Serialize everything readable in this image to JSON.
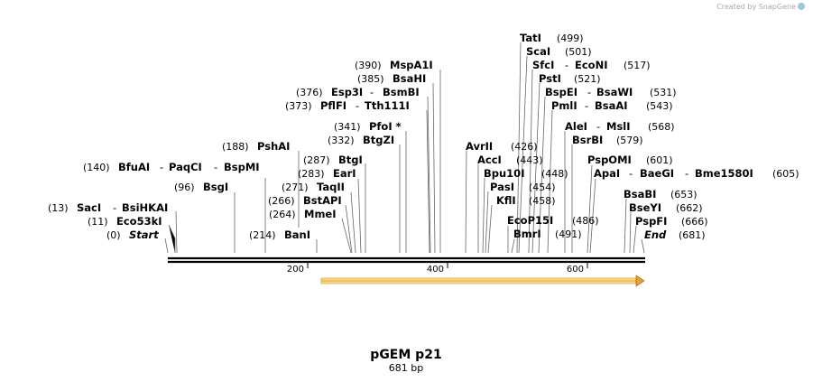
{
  "watermark": "Created by SnapGene",
  "title": "pGEM p21",
  "length_text": "681 bp",
  "length_bp": 681,
  "ticks": [
    "200",
    "400",
    "600"
  ],
  "feature": {
    "start": 216,
    "end": 681,
    "direction": "forward",
    "color": "#f5b642"
  },
  "labels": [
    {
      "name": "Start",
      "italic": true,
      "pos": "(0)"
    },
    {
      "name": "Eco53kI",
      "pos": "(11)"
    },
    {
      "name": "SacI",
      "aliases": [
        "BsiHKAI"
      ],
      "pos": "(13)"
    },
    {
      "name": "BsgI",
      "pos": "(96)"
    },
    {
      "name": "BfuAI",
      "aliases": [
        "PaqCI",
        "BspMI"
      ],
      "pos": "(140)"
    },
    {
      "name": "PshAI",
      "pos": "(188)"
    },
    {
      "name": "BanI",
      "pos": "(214)"
    },
    {
      "name": "MmeI",
      "pos": "(264)"
    },
    {
      "name": "BstAPI",
      "pos": "(266)"
    },
    {
      "name": "TaqII",
      "pos": "(271)"
    },
    {
      "name": "EarI",
      "pos": "(283)"
    },
    {
      "name": "BtgI",
      "pos": "(287)"
    },
    {
      "name": "BtgZI",
      "pos": "(332)"
    },
    {
      "name": "PfoI *",
      "pos": "(341)"
    },
    {
      "name": "PflFI",
      "aliases": [
        "Tth111I"
      ],
      "pos": "(373)"
    },
    {
      "name": "Esp3I",
      "aliases": [
        "BsmBI"
      ],
      "pos": "(376)"
    },
    {
      "name": "BsaHI",
      "pos": "(385)"
    },
    {
      "name": "MspA1I",
      "pos": "(390)"
    },
    {
      "name": "AvrII",
      "pos": "(426)"
    },
    {
      "name": "AccI",
      "pos": "(443)"
    },
    {
      "name": "Bpu10I",
      "pos": "(448)"
    },
    {
      "name": "PasI",
      "pos": "(454)"
    },
    {
      "name": "KflI",
      "pos": "(458)"
    },
    {
      "name": "EcoP15I",
      "pos": "(486)"
    },
    {
      "name": "BmrI",
      "pos": "(491)"
    },
    {
      "name": "TatI",
      "pos": "(499)"
    },
    {
      "name": "ScaI",
      "pos": "(501)"
    },
    {
      "name": "SfcI",
      "aliases": [
        "EcoNI"
      ],
      "pos": "(517)"
    },
    {
      "name": "PstI",
      "pos": "(521)"
    },
    {
      "name": "BspEI",
      "aliases": [
        "BsaWI"
      ],
      "pos": "(531)"
    },
    {
      "name": "PmlI",
      "aliases": [
        "BsaAI"
      ],
      "pos": "(543)"
    },
    {
      "name": "AleI",
      "aliases": [
        "MslI"
      ],
      "pos": "(568)"
    },
    {
      "name": "BsrBI",
      "pos": "(579)"
    },
    {
      "name": "PspOMI",
      "pos": "(601)"
    },
    {
      "name": "ApaI",
      "aliases": [
        "BaeGI",
        "Bme1580I"
      ],
      "pos": "(605)"
    },
    {
      "name": "BsaBI",
      "pos": "(653)"
    },
    {
      "name": "BseYI",
      "pos": "(662)"
    },
    {
      "name": "PspFI",
      "pos": "(666)"
    },
    {
      "name": "End",
      "italic": true,
      "pos": "(681)"
    }
  ]
}
